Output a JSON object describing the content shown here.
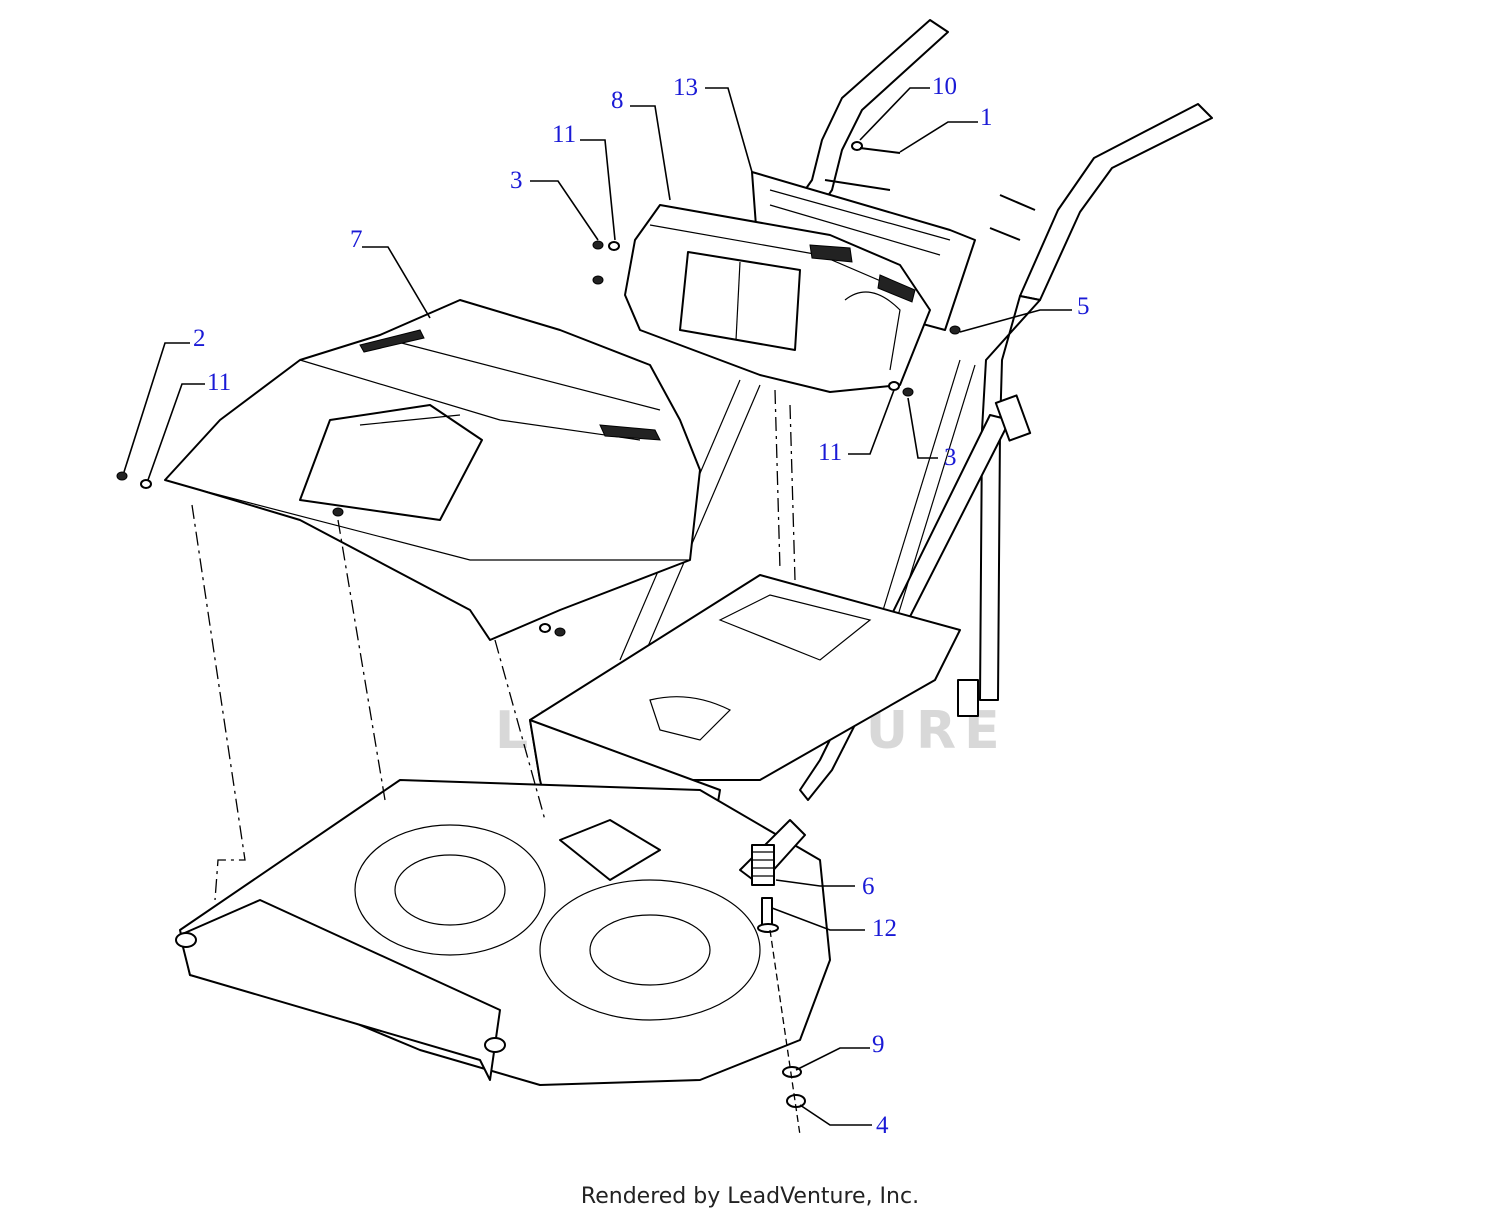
{
  "footer_text": "Rendered by LeadVenture, Inc.",
  "watermark_text": "LEADVENTURE",
  "accent_color": "#1a1ad6",
  "callouts": [
    {
      "label": "1"
    },
    {
      "label": "2"
    },
    {
      "label": "3"
    },
    {
      "label": "3"
    },
    {
      "label": "4"
    },
    {
      "label": "5"
    },
    {
      "label": "6"
    },
    {
      "label": "7"
    },
    {
      "label": "8"
    },
    {
      "label": "9"
    },
    {
      "label": "10"
    },
    {
      "label": "11"
    },
    {
      "label": "11"
    },
    {
      "label": "11"
    },
    {
      "label": "12"
    },
    {
      "label": "13"
    }
  ]
}
